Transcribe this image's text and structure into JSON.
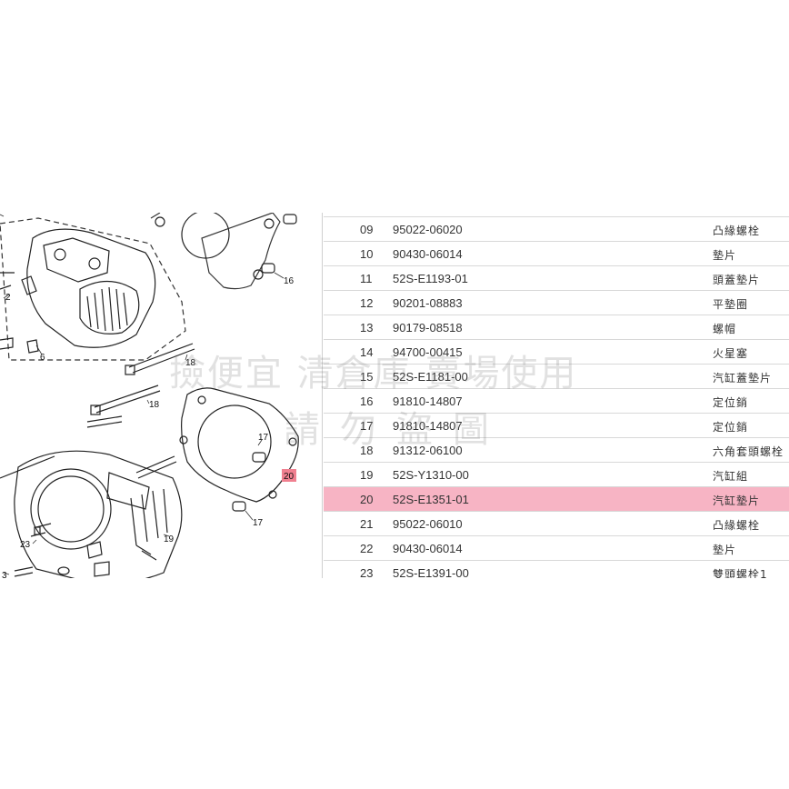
{
  "diagram": {
    "callouts": {
      "c16": "16",
      "c2": "2",
      "c6": "6",
      "c18a": "18",
      "c18b": "18",
      "c17a": "17",
      "c17b": "17",
      "c20": "20",
      "c23": "23",
      "c19": "19",
      "c3": "3"
    },
    "highlight_color": "#f08090"
  },
  "parts_table": {
    "highlight_color": "#f7b4c4",
    "rows": [
      {
        "no": "09",
        "part": "95022-06020",
        "name": "凸緣螺栓"
      },
      {
        "no": "10",
        "part": "90430-06014",
        "name": "墊片"
      },
      {
        "no": "11",
        "part": "52S-E1193-01",
        "name": "頭蓋墊片"
      },
      {
        "no": "12",
        "part": "90201-08883",
        "name": "平墊圈"
      },
      {
        "no": "13",
        "part": "90179-08518",
        "name": "螺帽"
      },
      {
        "no": "14",
        "part": "94700-00415",
        "name": "火星塞"
      },
      {
        "no": "15",
        "part": "52S-E1181-00",
        "name": "汽缸蓋墊片"
      },
      {
        "no": "16",
        "part": "91810-14807",
        "name": "定位銷"
      },
      {
        "no": "17",
        "part": "91810-14807",
        "name": "定位銷"
      },
      {
        "no": "18",
        "part": "91312-06100",
        "name": "六角套頭螺栓"
      },
      {
        "no": "19",
        "part": "52S-Y1310-00",
        "name": "汽缸組"
      },
      {
        "no": "20",
        "part": "52S-E1351-01",
        "name": "汽缸墊片"
      },
      {
        "no": "21",
        "part": "95022-06010",
        "name": "凸緣螺栓"
      },
      {
        "no": "22",
        "part": "90430-06014",
        "name": "墊片"
      },
      {
        "no": "23",
        "part": "52S-E1391-00",
        "name": "雙頭螺栓1"
      }
    ]
  },
  "watermark": {
    "line1": "撿便宜 清倉庫 賣場使用",
    "line2": "請勿盜圖"
  }
}
